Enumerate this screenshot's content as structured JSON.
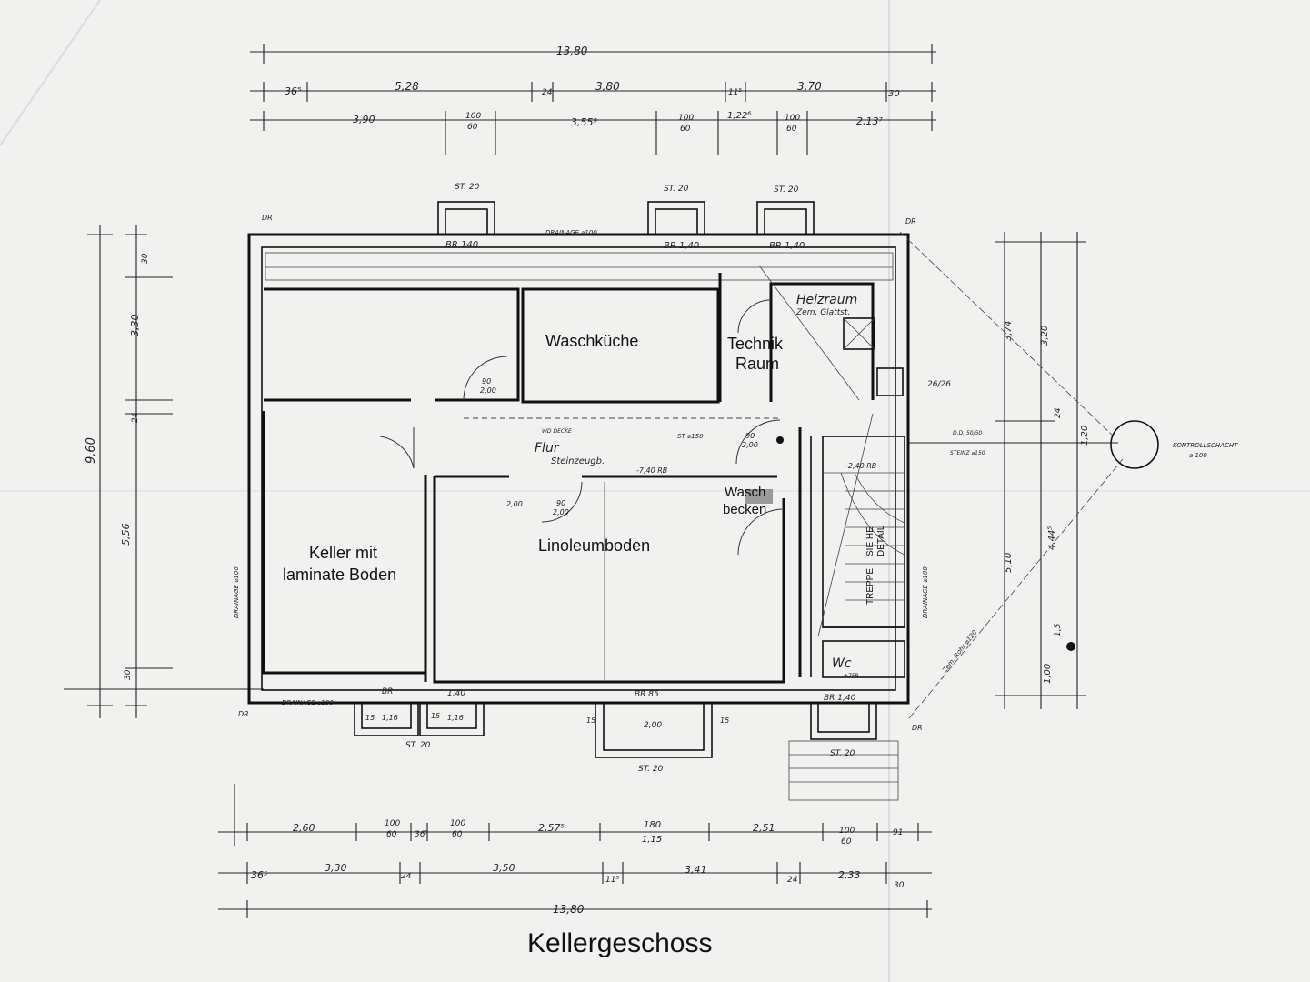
{
  "title": "Kellergeschoss",
  "rooms": {
    "waschkueche": "Waschküche",
    "technik_1": "Technik",
    "technik_2": "Raum",
    "heizraum": "Heizraum",
    "heizraum_floor": "Zem. Glattst.",
    "flur": "Flur",
    "flur_floor": "Steinzeugb.",
    "keller_1": "Keller mit",
    "keller_2": "laminate Boden",
    "linoleum": "Linoleumboden",
    "wasch_1": "Wasch",
    "wasch_2": "becken",
    "wc": "Wc",
    "treppe": "TREPPE",
    "siehe": "SIE HE",
    "detail": "DETAIL"
  },
  "dims_top": {
    "total": "13,80",
    "row1": [
      "36⁵",
      "5,28",
      "24",
      "3,80",
      "11⁵",
      "3,70",
      "30"
    ],
    "row2": [
      "3,90",
      "100",
      "60",
      "3,55⁹",
      "100",
      "60",
      "1,22⁶",
      "100",
      "60",
      "2,13⁷"
    ]
  },
  "dims_bottom": {
    "row1": [
      "2,60",
      "100",
      "60",
      "36⁵",
      "100",
      "60",
      "2,57⁵",
      "180",
      "1,15",
      "2,51",
      "100",
      "60",
      "91"
    ],
    "row2": [
      "36⁵",
      "3,30",
      "24",
      "3,50",
      "11⁵",
      "3,41",
      "24",
      "2,33",
      "30"
    ],
    "total": "13,80"
  },
  "dims_left": [
    "9,60",
    "3,30",
    "24",
    "5,56",
    "30",
    "30"
  ],
  "dims_right": [
    "3,74",
    "3,20",
    "24",
    "1,20",
    "5,10",
    "4,44⁵",
    "1,00",
    "1,5"
  ],
  "labels": {
    "st20": "ST. 20",
    "br140": "BR 1,40",
    "br140b": "BR 140",
    "br": "BR",
    "br85": "BR 85",
    "br140c": "BR 1,40",
    "w140": "1,40",
    "drainage": "DRAINAGE ⌀100",
    "drainage_left": "DRAINAGE ⌀100",
    "drainage_bottom": "DRAINAGE ⌀100",
    "drainage_right": "DRAINAGE ⌀100",
    "dr": "DR",
    "kontroll": "KONTROLLSCHACHT",
    "kontroll_d": "⌀ 100",
    "d90_200": "90",
    "d200": "2,00",
    "d90b": "90",
    "d200b": "2,00",
    "d90c": "90",
    "d200c": "2,00",
    "n116a": "1,16",
    "n116b": "1,16",
    "n15a": "15",
    "n15b": "15",
    "n15c": "15",
    "n15d": "15",
    "n200": "2,00",
    "n24": "24",
    "n26": "26/26",
    "n75": "+7FB",
    "n740": "-7,40 RB",
    "n240": "-2,40 RB",
    "wd": "WD DECKE",
    "st150": "ST ⌀150",
    "steinz": "STEINZ ⌀150",
    "dd": "D.D. 50/50",
    "zemrohr": "Zem. Rohr ⌀120"
  },
  "colors": {
    "paper": "#f1f1f0",
    "ink": "#111111",
    "basin": "#9a9a9a"
  }
}
